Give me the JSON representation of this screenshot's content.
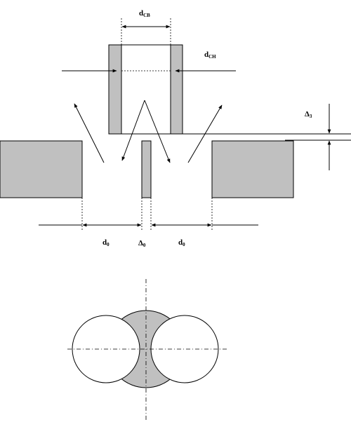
{
  "labels": {
    "d_cv": {
      "main": "d",
      "sub": "CB"
    },
    "d_ch": {
      "main": "d",
      "sub": "CH"
    },
    "delta_3": {
      "main": "Δ",
      "sub": "3"
    },
    "d_0_left": {
      "main": "d",
      "sub": "0"
    },
    "delta_0": {
      "main": "Δ",
      "sub": "0"
    },
    "d_0_right": {
      "main": "d",
      "sub": "0"
    }
  },
  "colors": {
    "fill": "#c0c0c0",
    "stroke": "#000000",
    "background": "#ffffff"
  }
}
